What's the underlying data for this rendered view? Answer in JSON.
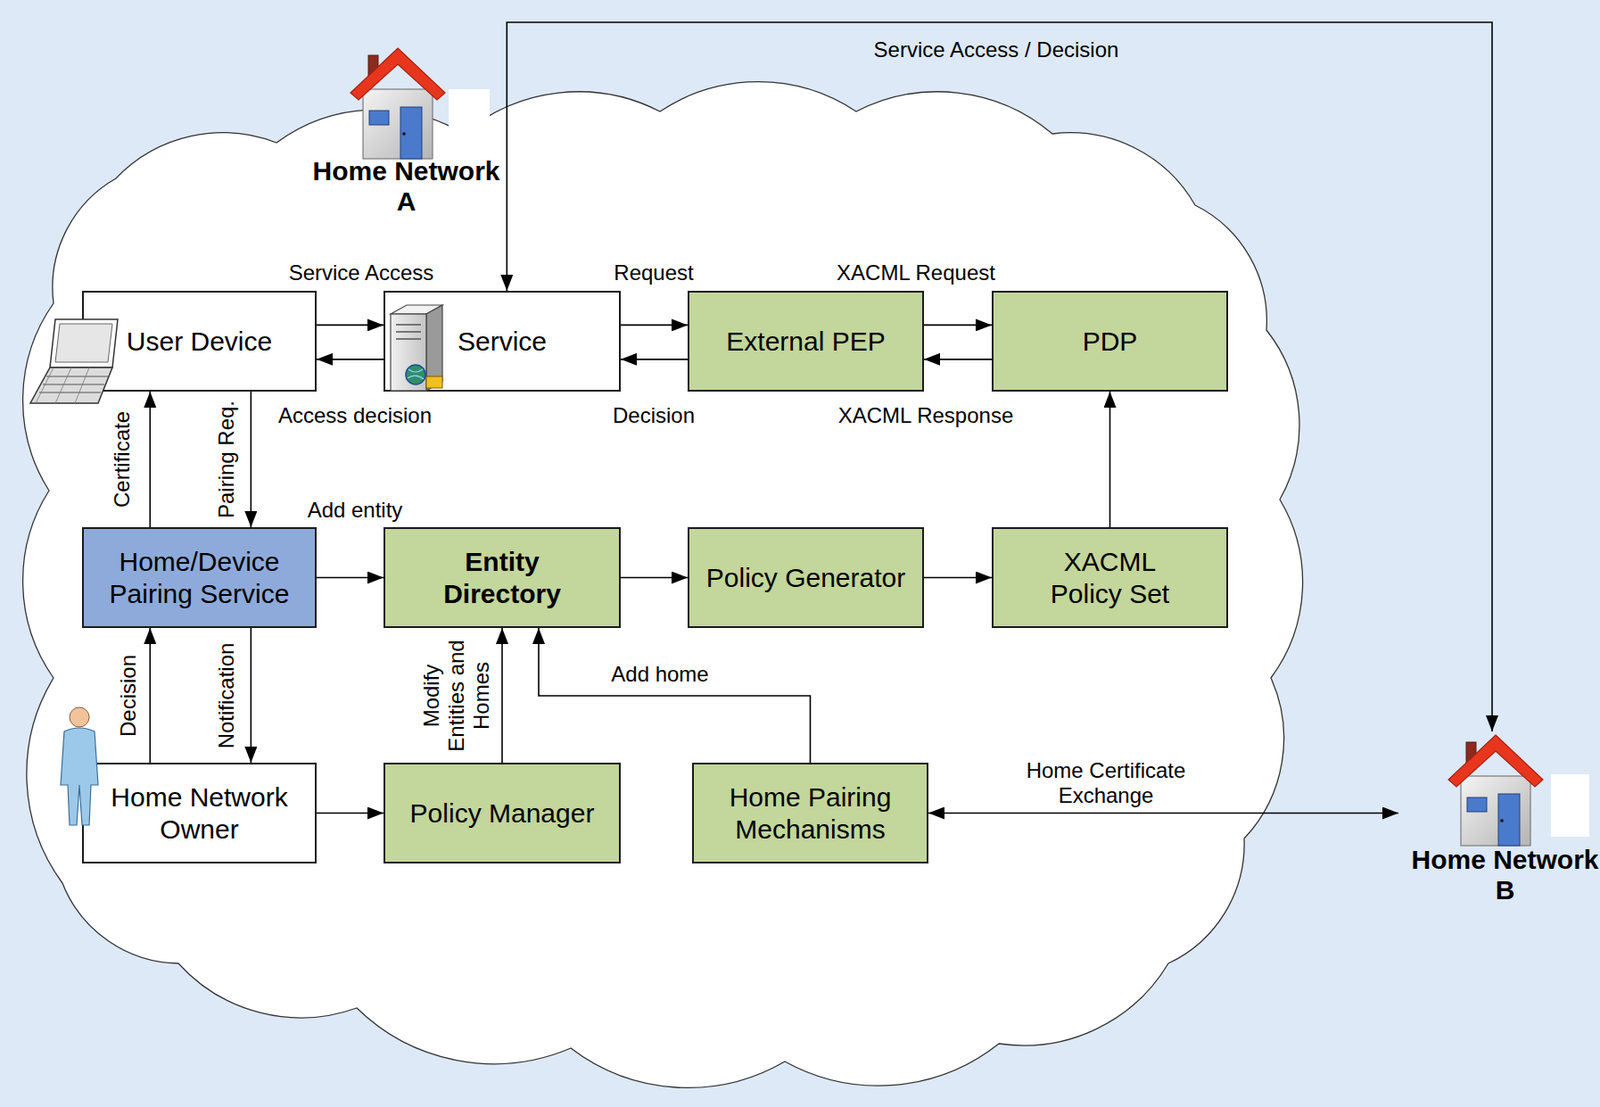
{
  "diagram": {
    "nodes": [
      {
        "text": [
          "Home Network A"
        ]
      },
      {
        "text": [
          "User Device"
        ]
      },
      {
        "text": [
          "Service"
        ]
      },
      {
        "text": [
          "External PEP"
        ]
      },
      {
        "text": [
          "PDP"
        ]
      },
      {
        "text": [
          "Home/Device Pairing Service"
        ]
      },
      {
        "text": [
          "Entity Directory"
        ]
      },
      {
        "text": [
          "Policy Generator"
        ]
      },
      {
        "text": [
          "XACML Policy Set"
        ]
      },
      {
        "text": [
          "Home Network Owner"
        ]
      },
      {
        "text": [
          "Policy Manager"
        ]
      },
      {
        "text": [
          "Home Pairing Mechanisms"
        ]
      },
      {
        "text": [
          "Home Network B"
        ]
      }
    ],
    "edges": [
      {
        "from": 1,
        "to": 2,
        "arrow": "to",
        "label": "Service Access"
      },
      {
        "from": 2,
        "to": 1,
        "arrow": "to",
        "label": "Access decision"
      },
      {
        "from": 2,
        "to": 3,
        "arrow": "to",
        "label": "Request"
      },
      {
        "from": 3,
        "to": 2,
        "arrow": "to",
        "label": "Decision"
      },
      {
        "from": 3,
        "to": 4,
        "arrow": "to",
        "label": "XACML Request"
      },
      {
        "from": 4,
        "to": 3,
        "arrow": "to",
        "label": "XACML Response"
      },
      {
        "from": 5,
        "to": 1,
        "arrow": "to",
        "label": "Certificate"
      },
      {
        "from": 1,
        "to": 5,
        "arrow": "to",
        "label": "Pairing Req."
      },
      {
        "from": 5,
        "to": 6,
        "arrow": "to",
        "label": "Add entity"
      },
      {
        "from": 6,
        "to": 7,
        "arrow": "to"
      },
      {
        "from": 7,
        "to": 8,
        "arrow": "to"
      },
      {
        "from": 8,
        "to": 4,
        "arrow": "to"
      },
      {
        "from": 9,
        "to": 5,
        "arrow": "to",
        "label": "Decision"
      },
      {
        "from": 5,
        "to": 9,
        "arrow": "to",
        "label": "Notification"
      },
      {
        "from": 9,
        "to": 10,
        "arrow": "to"
      },
      {
        "from": 10,
        "to": 6,
        "arrow": "to",
        "label": "Modify Entities and Homes"
      },
      {
        "from": 11,
        "to": 6,
        "arrow": "to",
        "label": "Add home"
      },
      {
        "from": 11,
        "to": 12,
        "arrow": "both",
        "label": "Home Certificate Exchange"
      },
      {
        "from": 2,
        "to": 12,
        "arrow": "both",
        "label": "Service Access / Decision"
      }
    ]
  }
}
